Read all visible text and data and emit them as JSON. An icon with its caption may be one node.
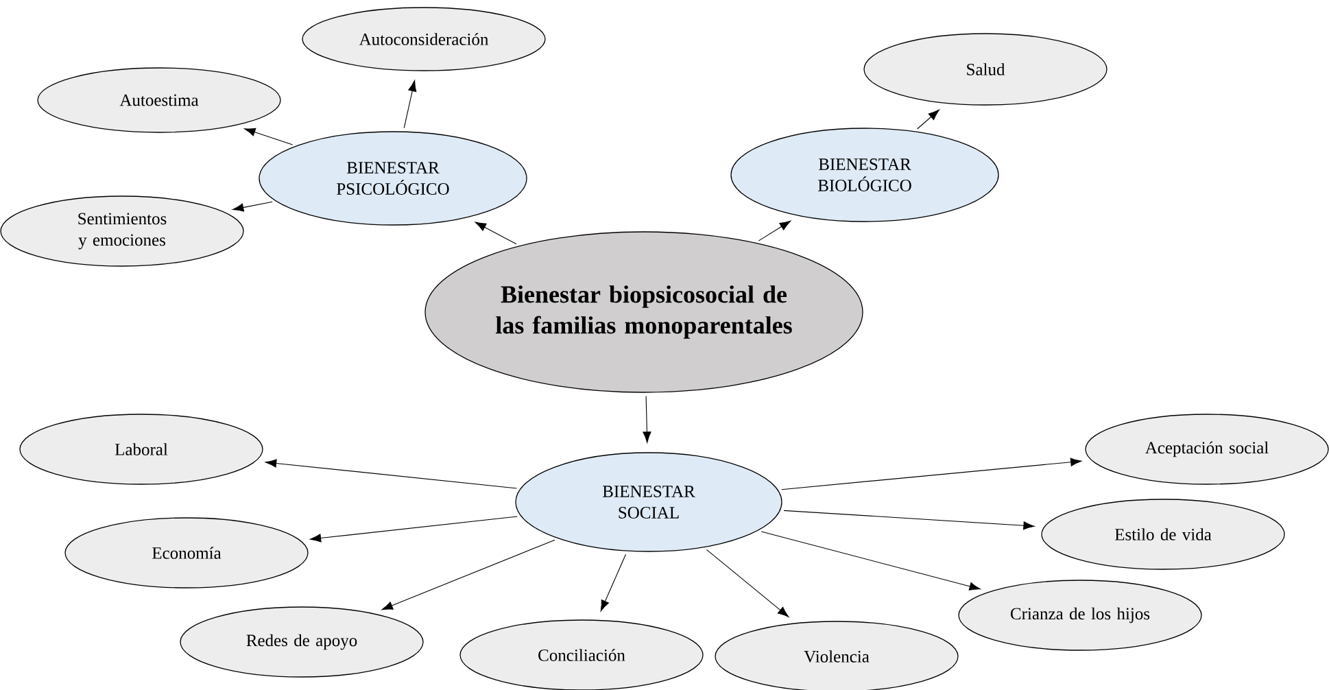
{
  "diagram": {
    "nodes": [
      {
        "text": [
          "**Bienestar biopsicosocial de las familias monoparentales**"
        ]
      },
      {
        "text": [
          "BIENESTAR PSICOLÓGICO"
        ]
      },
      {
        "text": [
          "BIENESTAR BIOLÓGICO"
        ]
      },
      {
        "text": [
          "BIENESTAR SOCIAL"
        ]
      },
      {
        "text": [
          "Autoconsideración"
        ]
      },
      {
        "text": [
          "Autoestima"
        ]
      },
      {
        "text": [
          "Sentimientos y emociones"
        ]
      },
      {
        "text": [
          "Salud"
        ]
      },
      {
        "text": [
          "Laboral"
        ]
      },
      {
        "text": [
          "Aceptación social"
        ]
      },
      {
        "text": [
          "Economía"
        ]
      },
      {
        "text": [
          "Estilo de vida"
        ]
      },
      {
        "text": [
          "Redes de apoyo"
        ]
      },
      {
        "text": [
          "Conciliación"
        ]
      },
      {
        "text": [
          "Violencia"
        ]
      },
      {
        "text": [
          "Crianza de los hijos"
        ]
      }
    ],
    "edges": [
      {
        "from": 0,
        "to": 1,
        "arrow": "to"
      },
      {
        "from": 0,
        "to": 2,
        "arrow": "to"
      },
      {
        "from": 0,
        "to": 3,
        "arrow": "to"
      },
      {
        "from": 1,
        "to": 4,
        "arrow": "to"
      },
      {
        "from": 1,
        "to": 5,
        "arrow": "to"
      },
      {
        "from": 1,
        "to": 6,
        "arrow": "to"
      },
      {
        "from": 2,
        "to": 7,
        "arrow": "to"
      },
      {
        "from": 3,
        "to": 8,
        "arrow": "to"
      },
      {
        "from": 3,
        "to": 9,
        "arrow": "to"
      },
      {
        "from": 3,
        "to": 10,
        "arrow": "to"
      },
      {
        "from": 3,
        "to": 11,
        "arrow": "to"
      },
      {
        "from": 3,
        "to": 12,
        "arrow": "to"
      },
      {
        "from": 3,
        "to": 13,
        "arrow": "to"
      },
      {
        "from": 3,
        "to": 14,
        "arrow": "to"
      },
      {
        "from": 3,
        "to": 15,
        "arrow": "to"
      }
    ]
  }
}
